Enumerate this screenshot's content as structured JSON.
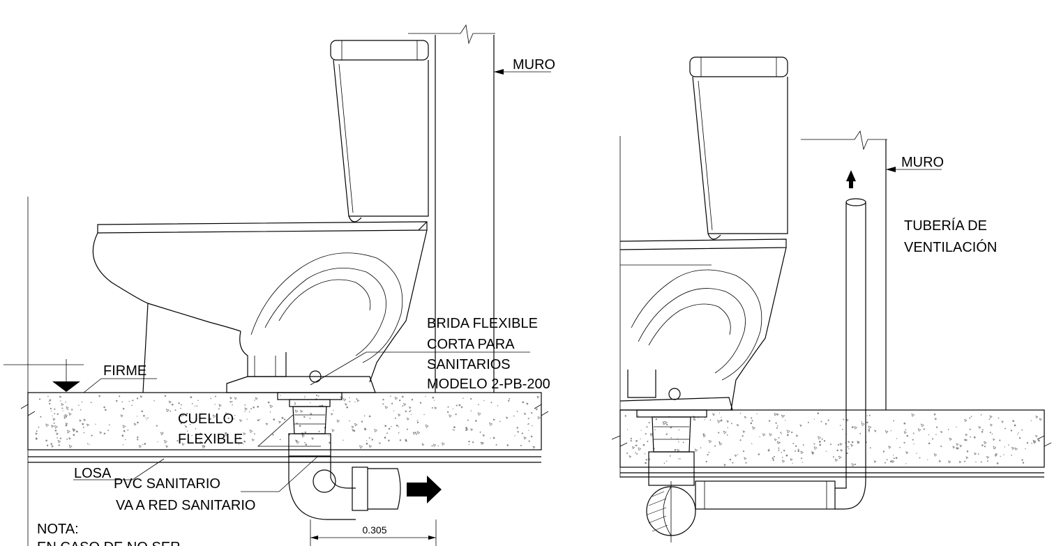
{
  "left_detail": {
    "labels": {
      "muro": "MURO",
      "firme": "FIRME",
      "brida_1": "BRIDA FLEXIBLE",
      "brida_2": "CORTA PARA",
      "brida_3": "SANITARIOS",
      "brida_4": "MODELO 2-PB-200",
      "cuello_1": "CUELLO",
      "cuello_2": "FLEXIBLE",
      "losa": "LOSA",
      "pvc_1": "PVC SANITARIO",
      "pvc_2": "VA A RED SANITARIO",
      "nota_1": "NOTA:",
      "nota_2": "EN CASO DE NO SER"
    },
    "dimension": "0.305"
  },
  "right_detail": {
    "labels": {
      "muro": "MURO",
      "tuberia_1": "TUBERÍA DE",
      "tuberia_2": "VENTILACIÓN"
    }
  }
}
